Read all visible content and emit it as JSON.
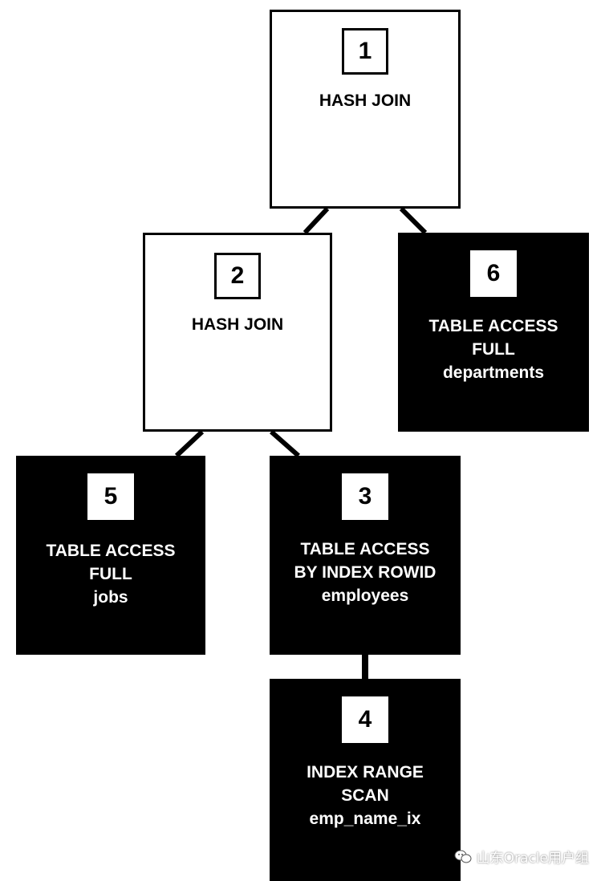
{
  "nodes": {
    "n1": {
      "number": "1",
      "label": "HASH JOIN"
    },
    "n2": {
      "number": "2",
      "label": "HASH JOIN"
    },
    "n3": {
      "number": "3",
      "label": "TABLE ACCESS\nBY INDEX ROWID\nemployees"
    },
    "n4": {
      "number": "4",
      "label": "INDEX RANGE\nSCAN\nemp_name_ix"
    },
    "n5": {
      "number": "5",
      "label": "TABLE ACCESS\nFULL\njobs"
    },
    "n6": {
      "number": "6",
      "label": "TABLE ACCESS\nFULL\ndepartments"
    }
  },
  "watermark": {
    "text": "山东Oracle用户组",
    "icon": "chat-bubbles-icon"
  },
  "colors": {
    "dark_node": "#000000",
    "light_node": "#ffffff",
    "line": "#000000"
  }
}
